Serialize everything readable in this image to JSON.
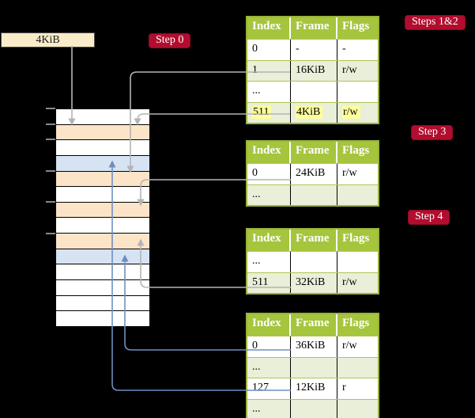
{
  "colors": {
    "background": "#000000",
    "table_header_green": "#a5c53d",
    "table_row_green": "#e9efd8",
    "table_border_green": "#9ab33a",
    "row_divider_green": "#aec654",
    "highlight_yellow": "#ffff9c",
    "badge_red": "#b20d2e",
    "badge_border": "#8c0a23",
    "pointer_box_cream": "#faecc8",
    "frame_pagetable_peach": "#fce4c8",
    "frame_data_blue": "#d6e3f3",
    "frame_white": "#ffffff",
    "arrow_gray": "#b4b4b4",
    "arrow_blue": "#6e8fbf"
  },
  "root_pointer": {
    "label": "4KiB"
  },
  "badges": {
    "step0": {
      "label": "Step 0"
    },
    "steps12": {
      "label": "Steps 1&2"
    },
    "step3": {
      "label": "Step 3"
    },
    "step4": {
      "label": "Step 4"
    }
  },
  "tables": [
    {
      "name": "page-table-steps-1-2",
      "headers": [
        "Index",
        "Frame",
        "Flags"
      ],
      "rows": [
        {
          "index": "0",
          "frame": "-",
          "flags": "-",
          "shaded": false,
          "highlighted": false
        },
        {
          "index": "1",
          "frame": "16KiB",
          "flags": "r/w",
          "shaded": true,
          "highlighted": false
        },
        {
          "index": "...",
          "frame": "",
          "flags": "",
          "shaded": false,
          "highlighted": false
        },
        {
          "index": "511",
          "frame": "4KiB",
          "flags": "r/w",
          "shaded": true,
          "highlighted": true
        }
      ]
    },
    {
      "name": "page-table-step-3",
      "headers": [
        "Index",
        "Frame",
        "Flags"
      ],
      "rows": [
        {
          "index": "0",
          "frame": "24KiB",
          "flags": "r/w",
          "shaded": false,
          "highlighted": false
        },
        {
          "index": "...",
          "frame": "",
          "flags": "",
          "shaded": true,
          "highlighted": false
        }
      ]
    },
    {
      "name": "page-table-step-4",
      "headers": [
        "Index",
        "Frame",
        "Flags"
      ],
      "rows": [
        {
          "index": "...",
          "frame": "",
          "flags": "",
          "shaded": false,
          "highlighted": false
        },
        {
          "index": "511",
          "frame": "32KiB",
          "flags": "r/w",
          "shaded": true,
          "highlighted": false
        }
      ]
    },
    {
      "name": "page-table-final",
      "headers": [
        "Index",
        "Frame",
        "Flags"
      ],
      "rows": [
        {
          "index": "0",
          "frame": "36KiB",
          "flags": "r/w",
          "shaded": false,
          "highlighted": false
        },
        {
          "index": "...",
          "frame": "",
          "flags": "",
          "shaded": true,
          "highlighted": false
        },
        {
          "index": "127",
          "frame": "12KiB",
          "flags": "r",
          "shaded": false,
          "highlighted": false
        },
        {
          "index": "...",
          "frame": "",
          "flags": "",
          "shaded": true,
          "highlighted": false
        }
      ]
    }
  ],
  "memory_stack": {
    "rows": [
      "white",
      "peach",
      "white",
      "blue",
      "peach",
      "white",
      "peach",
      "white",
      "peach",
      "blue",
      "white",
      "white",
      "white",
      "white"
    ],
    "tick_boundaries": [
      0,
      1,
      2,
      4,
      6,
      8
    ]
  },
  "arrows": [
    {
      "from": "root-pointer",
      "to": "memory-row-2 (4KiB frame)",
      "color": "gray"
    },
    {
      "from": "pt-steps-1-2 row 1",
      "to": "memory-row-5 (16KiB frame)",
      "color": "gray"
    },
    {
      "from": "pt-steps-1-2 row 511",
      "to": "memory-row-2 (4KiB frame)",
      "color": "gray"
    },
    {
      "from": "pt-step-3 row 0",
      "to": "memory-row-7 (24KiB frame)",
      "color": "gray"
    },
    {
      "from": "pt-step-4 row 511",
      "to": "memory-row-9 (32KiB frame)",
      "color": "gray"
    },
    {
      "from": "pt-final row 0",
      "to": "memory-row-10 (36KiB frame)",
      "color": "blue"
    },
    {
      "from": "pt-final row 127",
      "to": "memory-row-4 (12KiB frame)",
      "color": "blue"
    }
  ]
}
